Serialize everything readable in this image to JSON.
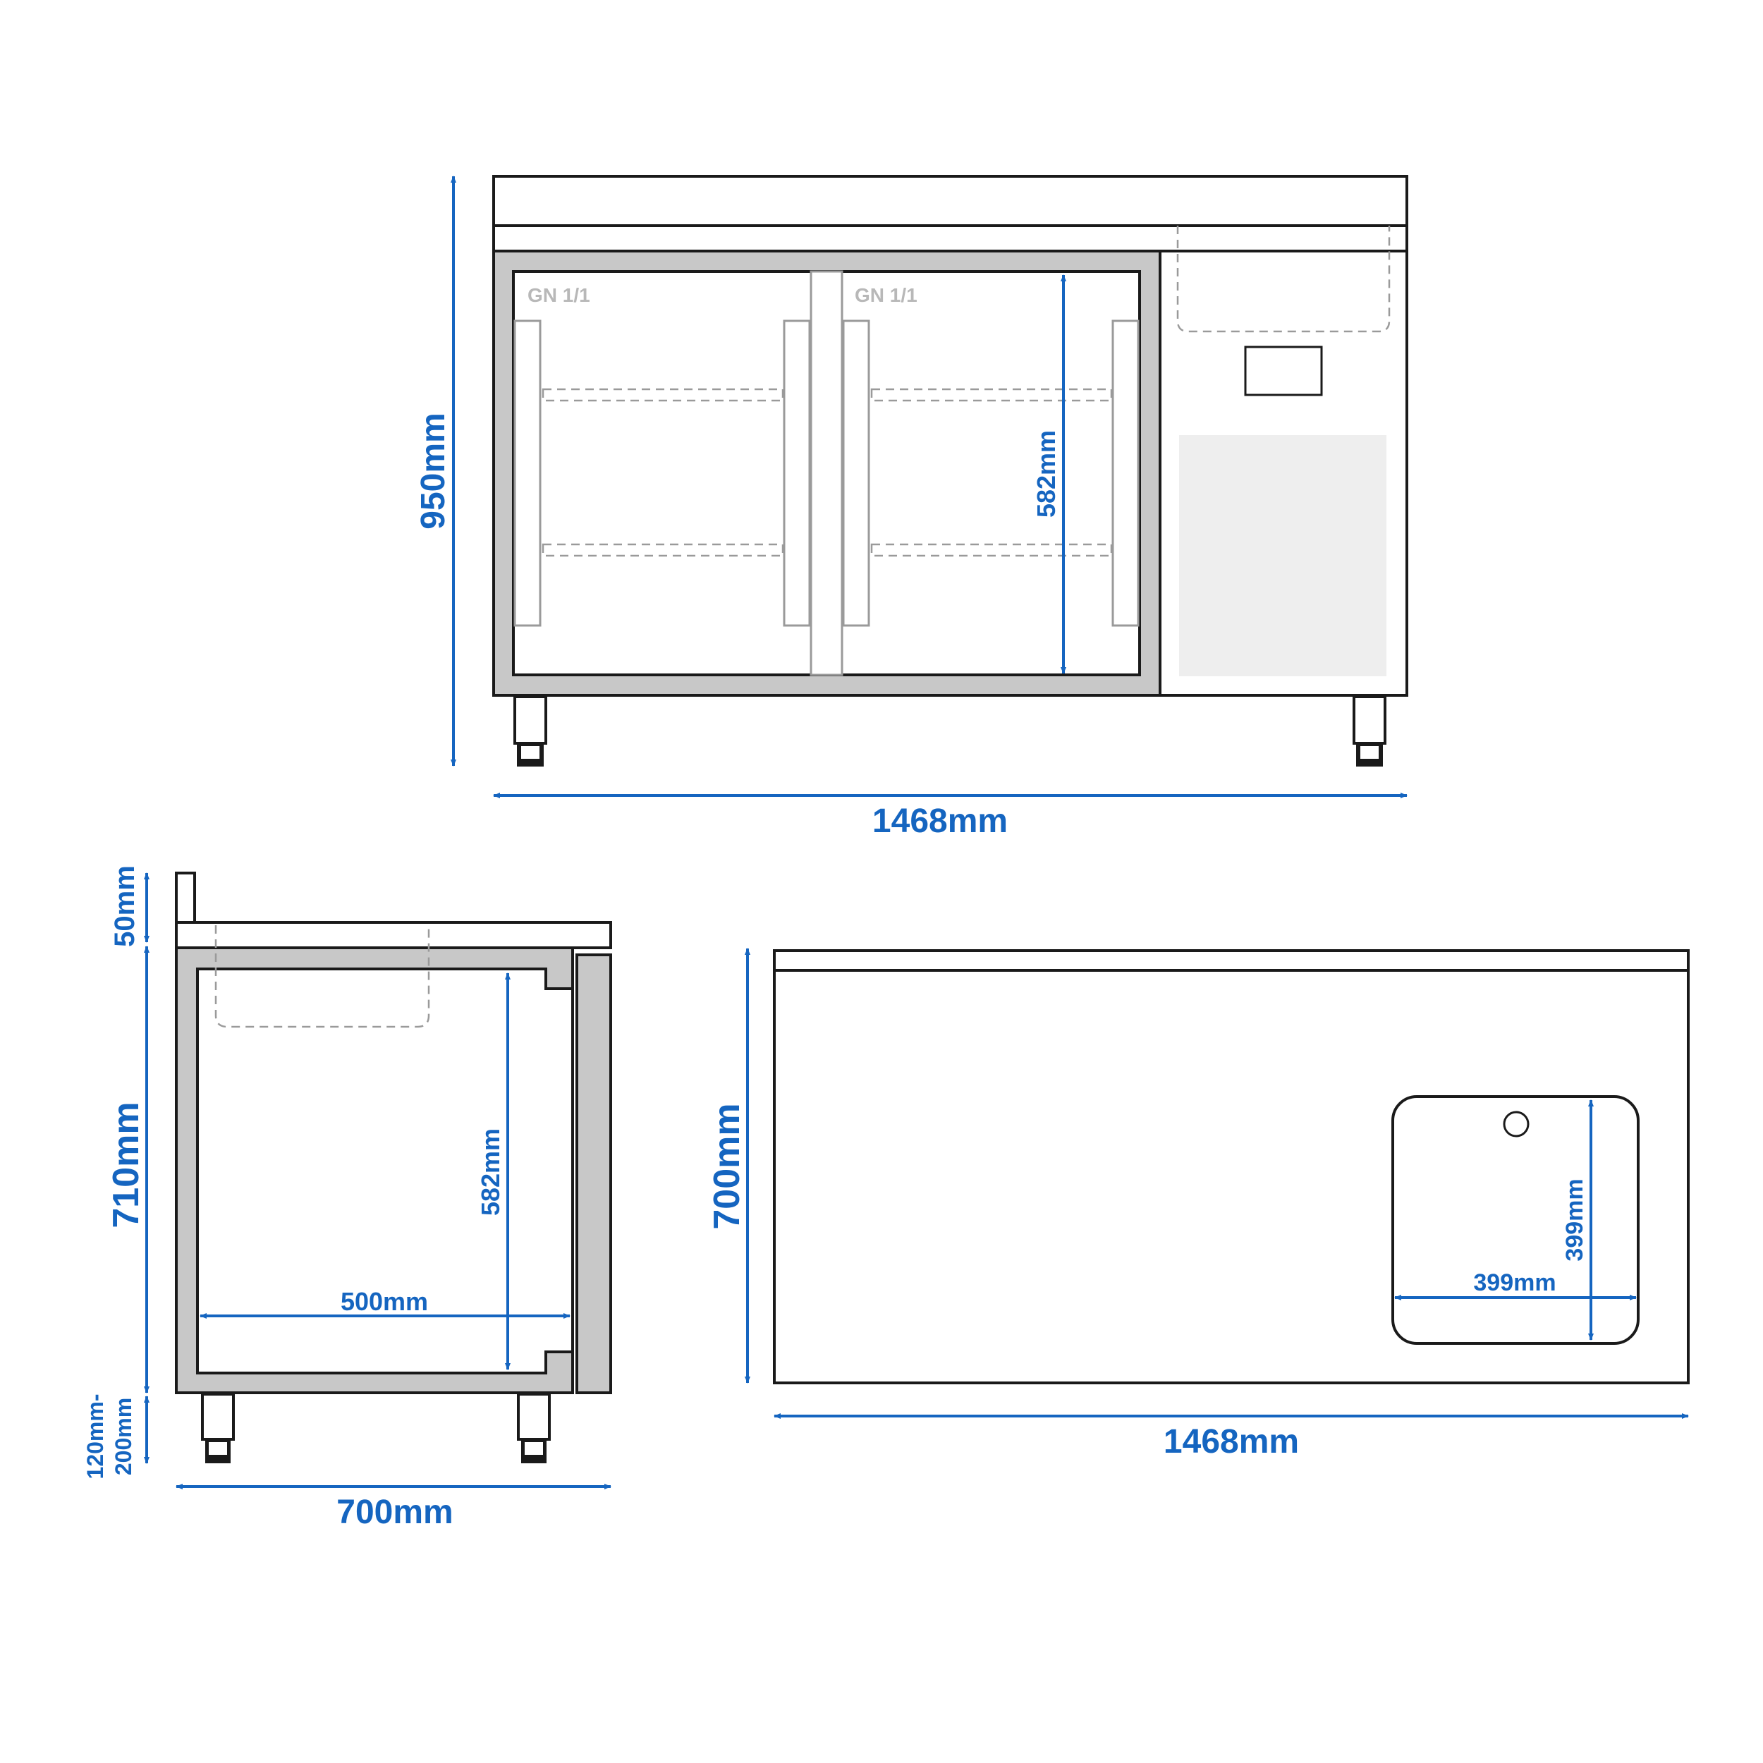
{
  "front_view": {
    "height_label": "950mm",
    "width_label": "1468mm",
    "inner_height_label": "582mm",
    "compartment_labels": [
      "GN 1/1",
      "GN 1/1"
    ]
  },
  "side_view": {
    "backsplash_label": "50mm",
    "body_height_label": "710mm",
    "leg_height_label_line1": "120mm-",
    "leg_height_label_line2": "200mm",
    "depth_label": "700mm",
    "inner_height_label": "582mm",
    "inner_depth_label": "500mm"
  },
  "top_view": {
    "depth_label": "700mm",
    "width_label": "1468mm",
    "sink_width_label": "399mm",
    "sink_depth_label": "399mm"
  },
  "colors": {
    "dimension": "#1565c0",
    "outline": "#1a1a1a",
    "panel_grey": "#c8c8c8"
  }
}
